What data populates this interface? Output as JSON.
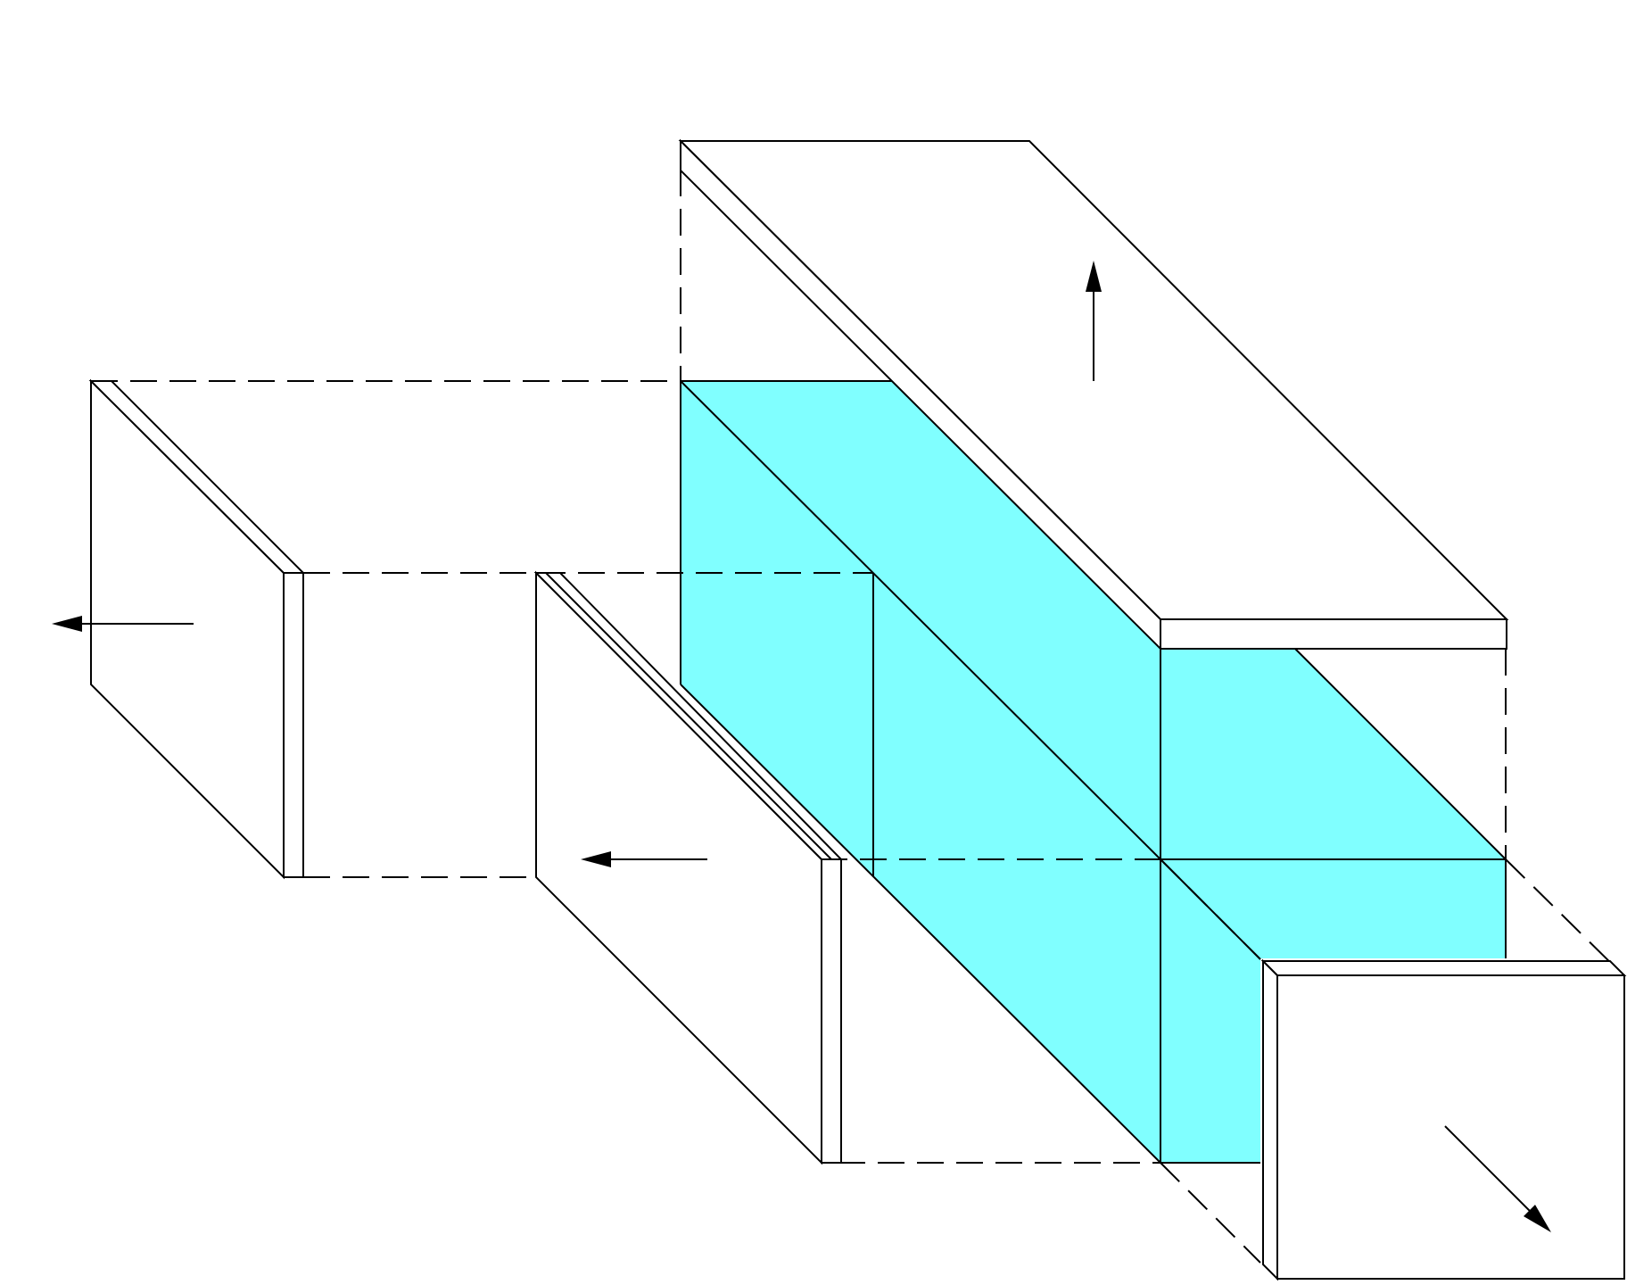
{
  "colors": {
    "background": "#ffffff",
    "line": "#000000",
    "region_fill": "#80ffff",
    "panel_fill": "#ffffff"
  },
  "diagram": {
    "parts": [
      "shaded-block",
      "top-panel",
      "left-side-panel",
      "inner-side-panel",
      "front-panel"
    ],
    "arrows": [
      {
        "part": "top-panel",
        "direction": "up"
      },
      {
        "part": "left-side-panel",
        "direction": "left"
      },
      {
        "part": "inner-side-panel",
        "direction": "left"
      },
      {
        "part": "front-panel",
        "direction": "down-right"
      }
    ]
  }
}
